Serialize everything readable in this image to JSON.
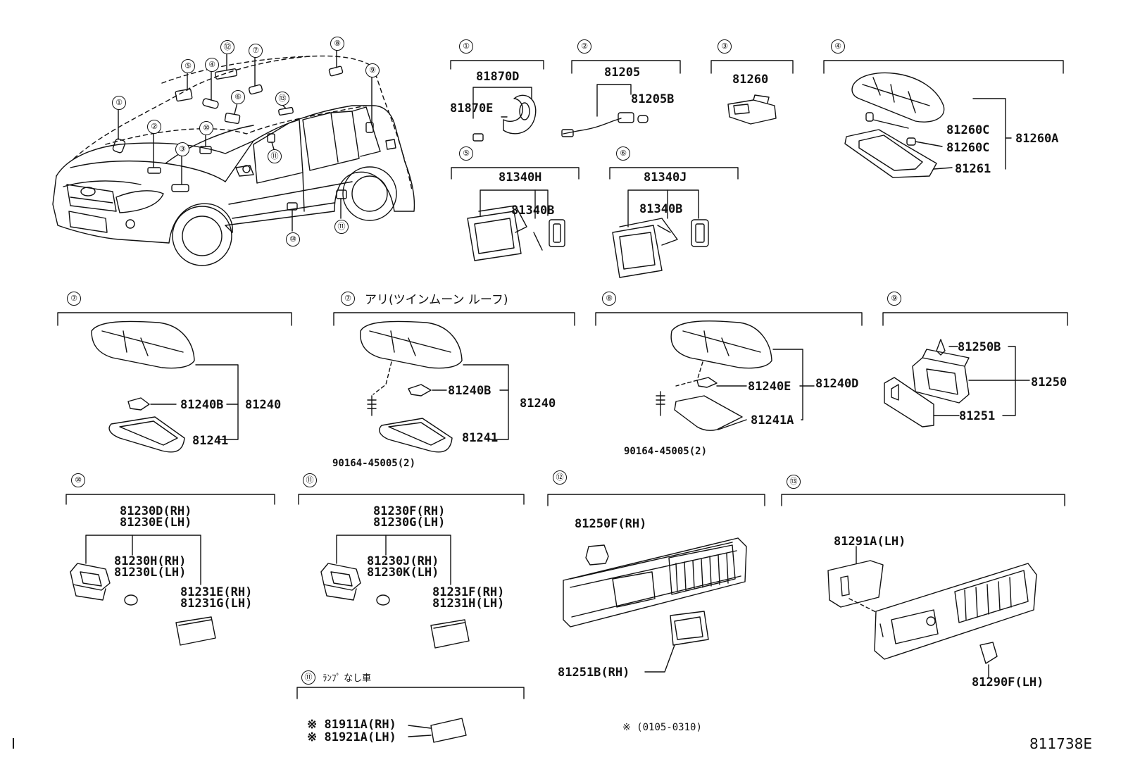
{
  "sections": {
    "s1": "①",
    "s2": "②",
    "s3": "③",
    "s4": "④",
    "s5": "⑤",
    "s6": "⑥",
    "s7": "⑦",
    "s7b": "⑦",
    "s7b_note": "アリ(ツインムーン ルーフ)",
    "s8": "⑧",
    "s9": "⑨",
    "s10": "⑩",
    "s11": "⑪",
    "s12": "⑫",
    "s13": "⑬",
    "s11b": "⑪",
    "s11b_note": "ﾗﾝﾌﾟ なし車"
  },
  "car_callouts": [
    "①",
    "②",
    "③",
    "④",
    "⑤",
    "⑥",
    "⑦",
    "⑧",
    "⑨",
    "⑩",
    "⑪",
    "⑫",
    "⑬",
    "⑩",
    "⑪"
  ],
  "parts": {
    "p81870D": "81870D",
    "p81870E": "81870E",
    "p81205": "81205",
    "p81205B": "81205B",
    "p81260": "81260",
    "p81260C_1": "81260C",
    "p81260C_2": "81260C",
    "p81260A": "81260A",
    "p81261": "81261",
    "p81340H": "81340H",
    "p81340B_1": "81340B",
    "p81340J": "81340J",
    "p81340B_2": "81340B",
    "p81240B_1": "81240B",
    "p81240_1": "81240",
    "p81241_1": "81241",
    "p81240B_2": "81240B",
    "p81240_2": "81240",
    "p81241_2": "81241",
    "p90164_1": "90164-45005(2)",
    "p81240E": "81240E",
    "p81240D": "81240D",
    "p81241A": "81241A",
    "p90164_2": "90164-45005(2)",
    "p81250B": "81250B",
    "p81250": "81250",
    "p81251": "81251",
    "p81230D": "81230D(RH)",
    "p81230E": "81230E(LH)",
    "p81230H": "81230H(RH)",
    "p81230L": "81230L(LH)",
    "p81231E": "81231E(RH)",
    "p81231G": "81231G(LH)",
    "p81230F": "81230F(RH)",
    "p81230G": "81230G(LH)",
    "p81230J": "81230J(RH)",
    "p81230K": "81230K(LH)",
    "p81231F": "81231F(RH)",
    "p81231H": "81231H(LH)",
    "p81250F": "81250F(RH)",
    "p81251B": "81251B(RH)",
    "p81291A": "81291A(LH)",
    "p81290F": "81290F(LH)",
    "p81911A": "※ 81911A(RH)",
    "p81921A": "※ 81921A(LH)"
  },
  "footnote": "※  (0105-0310)",
  "corner_left": "I",
  "diagram_id": "811738E"
}
